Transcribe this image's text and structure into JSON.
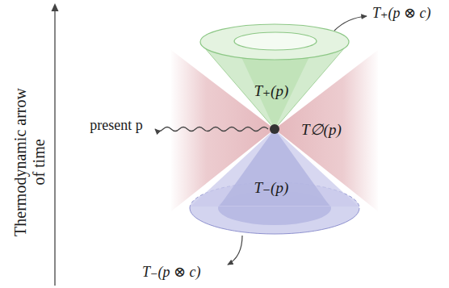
{
  "diagram": {
    "nodes": [
      {
        "text": [
          "T₊(p)"
        ]
      },
      {
        "text": [
          "T∅(p)"
        ]
      },
      {
        "text": [
          "T₋(p)"
        ]
      }
    ],
    "labels": [
      "T₊(p ⊗ c)",
      "present p",
      "T₋(p ⊗ c)",
      "Thermodynamic arrow of time"
    ]
  }
}
